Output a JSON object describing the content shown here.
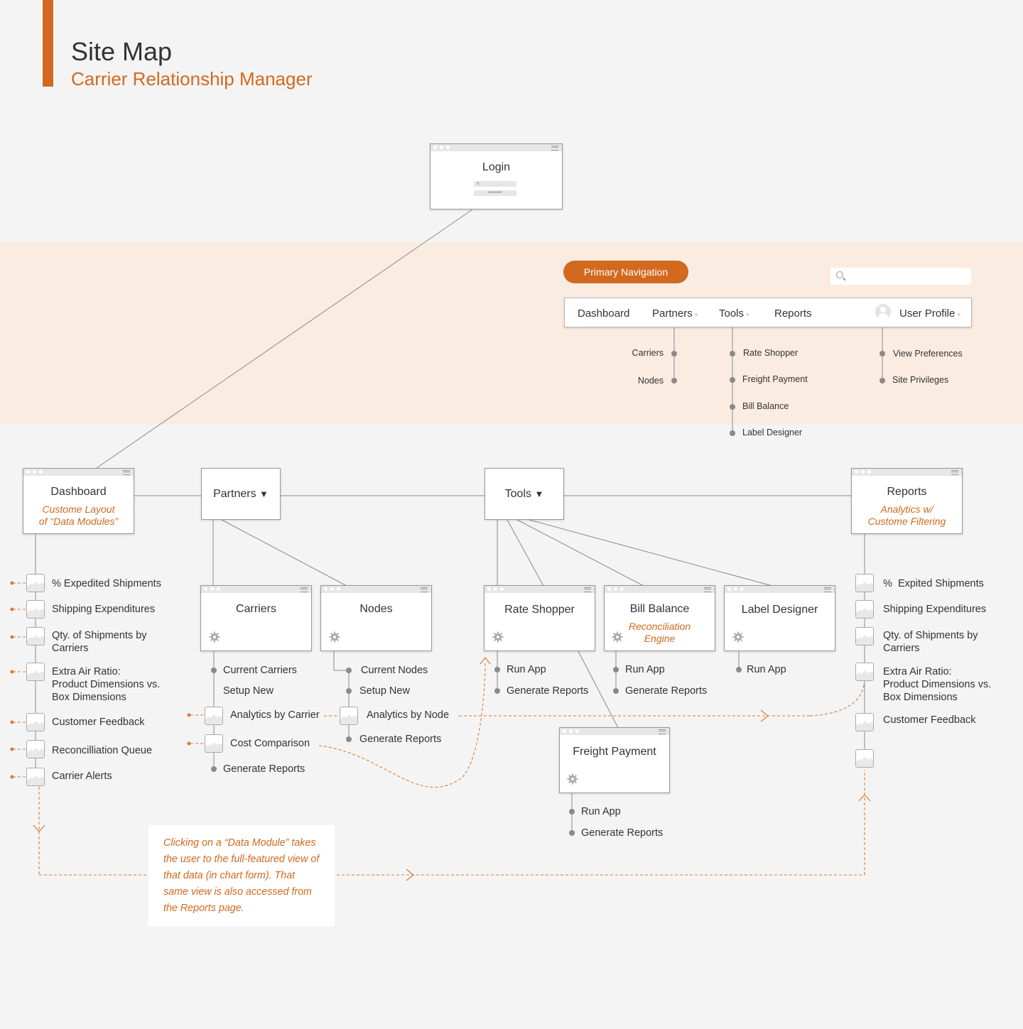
{
  "header": {
    "title": "Site Map",
    "subtitle": "Carrier Relationship Manager"
  },
  "colors": {
    "accent": "#d2691e",
    "band": "#fbece1",
    "background": "#f4f4f4",
    "line": "#888888"
  },
  "login": {
    "title": "Login",
    "username_value": "x",
    "password_value": "••••••••"
  },
  "primary_nav": {
    "badge": "Primary Navigation",
    "search_icon": "search-icon",
    "items": {
      "dashboard": "Dashboard",
      "partners": "Partners",
      "tools": "Tools",
      "reports": "Reports",
      "user_profile": "User Profile",
      "caret": "▾"
    },
    "partners_sub": [
      "Carriers",
      "Nodes"
    ],
    "tools_sub": [
      "Rate Shopper",
      "Freight Payment",
      "Bill Balance",
      "Label Designer"
    ],
    "profile_sub": [
      "View Preferences",
      "Site Privileges"
    ]
  },
  "sections": {
    "dashboard": {
      "title": "Dashboard",
      "subtitle_1": "Custome Layout",
      "subtitle_2": "of “Data Modules”"
    },
    "partners": {
      "title": "Partners",
      "caret": "▼"
    },
    "tools": {
      "title": "Tools",
      "caret": "▼"
    },
    "reports": {
      "title": "Reports",
      "subtitle_1": "Analytics w/",
      "subtitle_2": "Custome Filtering"
    }
  },
  "dashboard_modules": [
    "% Expedited Shipments",
    "Shipping Expenditures",
    "Qty. of Shipments by\nCarriers",
    "Extra Air Ratio:\nProduct Dimensions vs.\nBox Dimensions",
    "Customer Feedback",
    "Reconcilliation Queue",
    "Carrier Alerts"
  ],
  "reports_modules": [
    "%  Expited Shipments",
    "Shipping Expenditures",
    "Qty. of Shipments by\nCarriers",
    "Extra Air Ratio:\nProduct Dimensions vs.\nBox Dimensions",
    "Customer Feedback",
    ""
  ],
  "carriers": {
    "title": "Carriers",
    "items": {
      "current": "Current Carriers",
      "setup": "Setup New",
      "analytics": "Analytics by Carrier",
      "cost": "Cost Comparison",
      "reports": "Generate Reports"
    }
  },
  "nodes": {
    "title": "Nodes",
    "items": {
      "current": "Current Nodes",
      "setup": "Setup New",
      "analytics": "Analytics by Node",
      "reports": "Generate Reports"
    }
  },
  "rate_shopper": {
    "title": "Rate Shopper",
    "items": [
      "Run App",
      "Generate Reports"
    ]
  },
  "bill_balance": {
    "title": "Bill Balance",
    "subtitle_1": "Reconciliation",
    "subtitle_2": "Engine",
    "items": [
      "Run App",
      "Generate Reports"
    ]
  },
  "label_designer": {
    "title": "Label Designer",
    "items": [
      "Run App"
    ]
  },
  "freight_payment": {
    "title": "Freight Payment",
    "items": [
      "Run App",
      "Generate Reports"
    ]
  },
  "note": {
    "text": "Clicking on a “Data Module” takes the user to the full-featured view of that data (in chart form). That same view is also accessed from the Reports page."
  }
}
